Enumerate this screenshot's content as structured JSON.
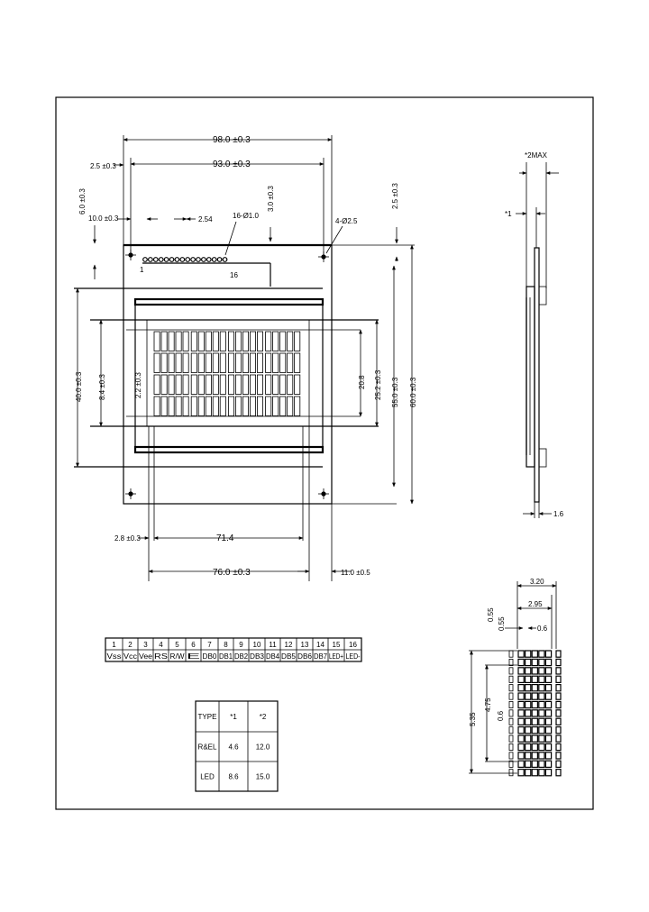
{
  "front_view": {
    "dim_98": "98.0 ±0.3",
    "dim_93": "93.0 ±0.3",
    "dim_25_left": "2.5 ±0.3",
    "dim_10": "10.0 ±0.3",
    "dim_254": "2.54",
    "dim_pins": "16-Ø1.0",
    "dim_30": "3.0 ±0.3",
    "dim_holes": "4-Ø2.5",
    "dim_25_right": "2.5 ±0.3",
    "dim_60": "6.0 ±0.3",
    "pin1": "1",
    "pin16": "16",
    "dim_40": "40.0 ±0.3",
    "dim_84": "8.4 ±0.3",
    "dim_22": "2.2 ±0.3",
    "dim_208": "20.8",
    "dim_252": "25.2 ±0.3",
    "dim_55": "55.0 ±0.3",
    "dim_60v": "60.0 ±0.3",
    "dim_28": "2.8 ±0.3",
    "dim_714": "71.4",
    "dim_76": "76.0 ±0.3",
    "dim_11": "11.0 ±0.5"
  },
  "side_view": {
    "dim_max": "*2MAX",
    "dim_star1": "*1",
    "dim_16": "1.6"
  },
  "pixel_detail": {
    "dim_320": "3.20",
    "dim_295": "2.95",
    "dim_055": "0.55",
    "dim_06a": "0.55",
    "dim_06b": "0.6",
    "dim_535": "5.35",
    "dim_475": "4.75",
    "dim_06c": "0.6"
  },
  "pin_table": {
    "numbers": [
      "1",
      "2",
      "3",
      "4",
      "5",
      "6",
      "7",
      "8",
      "9",
      "10",
      "11",
      "12",
      "13",
      "14",
      "15",
      "16"
    ],
    "signals": [
      "Vss",
      "Vcc",
      "Vee",
      "RS",
      "R/W",
      "E",
      "DB0",
      "DB1",
      "DB2",
      "DB3",
      "DB4",
      "DB5",
      "DB6",
      "DB7",
      "LED+",
      "LED-"
    ]
  },
  "type_table": {
    "headers": [
      "TYPE",
      "*1",
      "*2"
    ],
    "rows": [
      [
        "R&EL",
        "4.6",
        "12.0"
      ],
      [
        "LED",
        "8.6",
        "15.0"
      ]
    ]
  }
}
